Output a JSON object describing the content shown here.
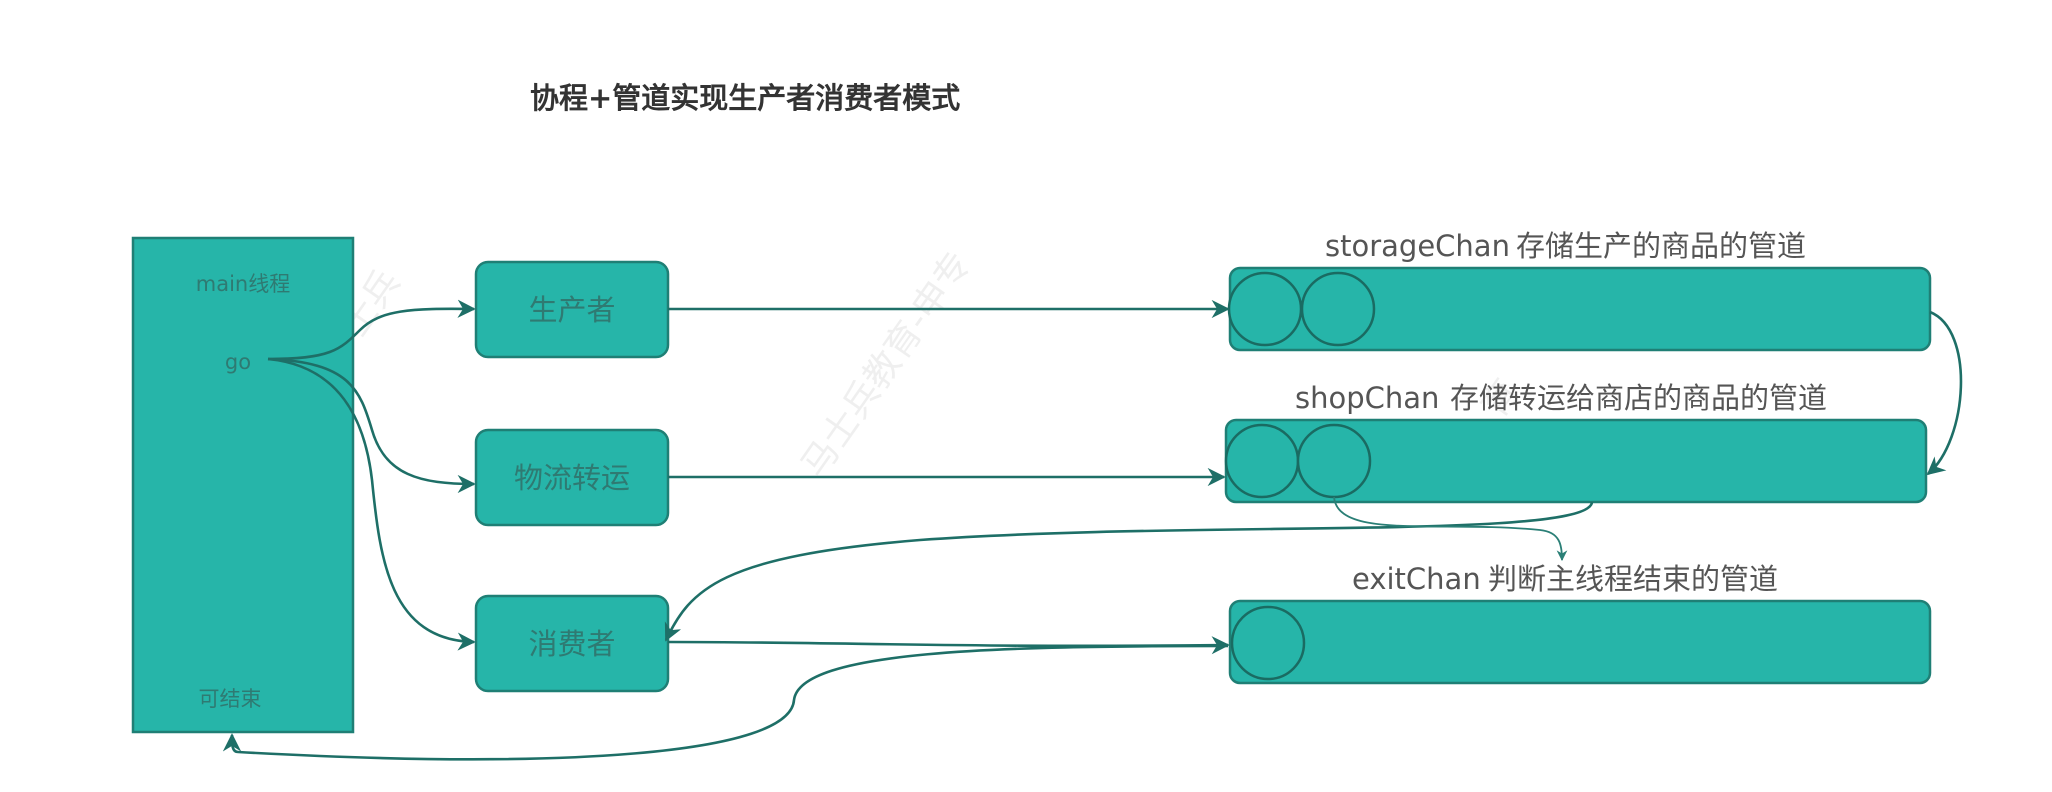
{
  "title": "协程+管道实现生产者消费者模式",
  "main_thread": {
    "label": "main线程",
    "go": "go",
    "finish": "可结束"
  },
  "goroutines": {
    "producer": "生产者",
    "logistics": "物流转运",
    "consumer": "消费者"
  },
  "channels": {
    "storage": {
      "name": "storageChan",
      "desc": "存储生产的商品的管道"
    },
    "shop": {
      "name": "shopChan",
      "desc": "存储转运给商店的商品的管道"
    },
    "exit": {
      "name": "exitChan",
      "desc": "判断主线程结束的管道"
    }
  },
  "watermark": "马士兵教育-申专",
  "colors": {
    "box_fill": "#26b5a9",
    "box_stroke": "#1f7f75",
    "edge": "#1e6f67"
  }
}
